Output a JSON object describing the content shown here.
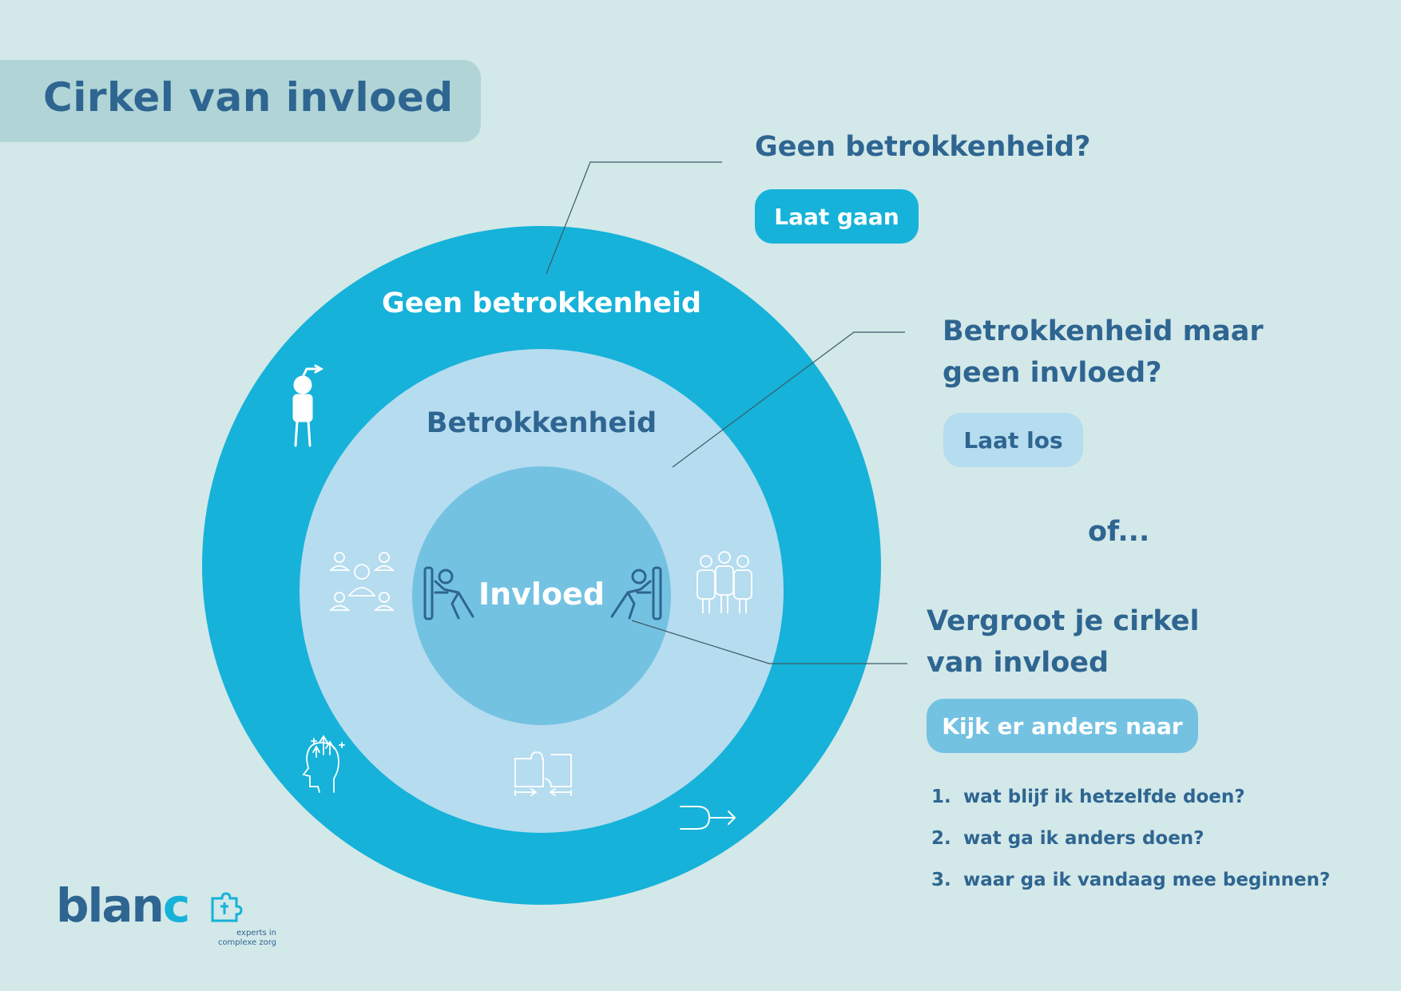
{
  "title": "Cirkel van invloed",
  "rings": {
    "outer": {
      "label": "Geen betrokkenheid",
      "color": "#16b2d9"
    },
    "middle": {
      "label": "Betrokkenheid",
      "color": "#b6dcef"
    },
    "inner": {
      "label": "Invloed",
      "color": "#74c2e2"
    }
  },
  "callouts": {
    "no_involvement": {
      "question": "Geen betrokkenheid?",
      "action": "Laat gaan"
    },
    "involvement": {
      "question_line1": "Betrokkenheid maar",
      "question_line2": "geen invloed?",
      "action": "Laat los"
    },
    "or": "of...",
    "grow": {
      "question_line1": "Vergroot je cirkel",
      "question_line2": "van invloed",
      "action": "Kijk er anders naar"
    }
  },
  "steps": [
    {
      "num": "1.",
      "text": "wat blijf ik hetzelfde doen?"
    },
    {
      "num": "2.",
      "text": "wat ga ik anders doen?"
    },
    {
      "num": "3.",
      "text": "waar ga ik vandaag mee beginnen?"
    }
  ],
  "logo": {
    "word_main": "blan",
    "word_accent": "c",
    "tagline_line1": "experts in",
    "tagline_line2": "complexe zorg"
  },
  "icons": [
    "standing-person-icon",
    "team-network-icon",
    "people-group-icon",
    "pushing-wall-left-icon",
    "pushing-wall-right-icon",
    "head-growth-icon",
    "puzzle-collaboration-icon",
    "arrow-curve-icon"
  ]
}
